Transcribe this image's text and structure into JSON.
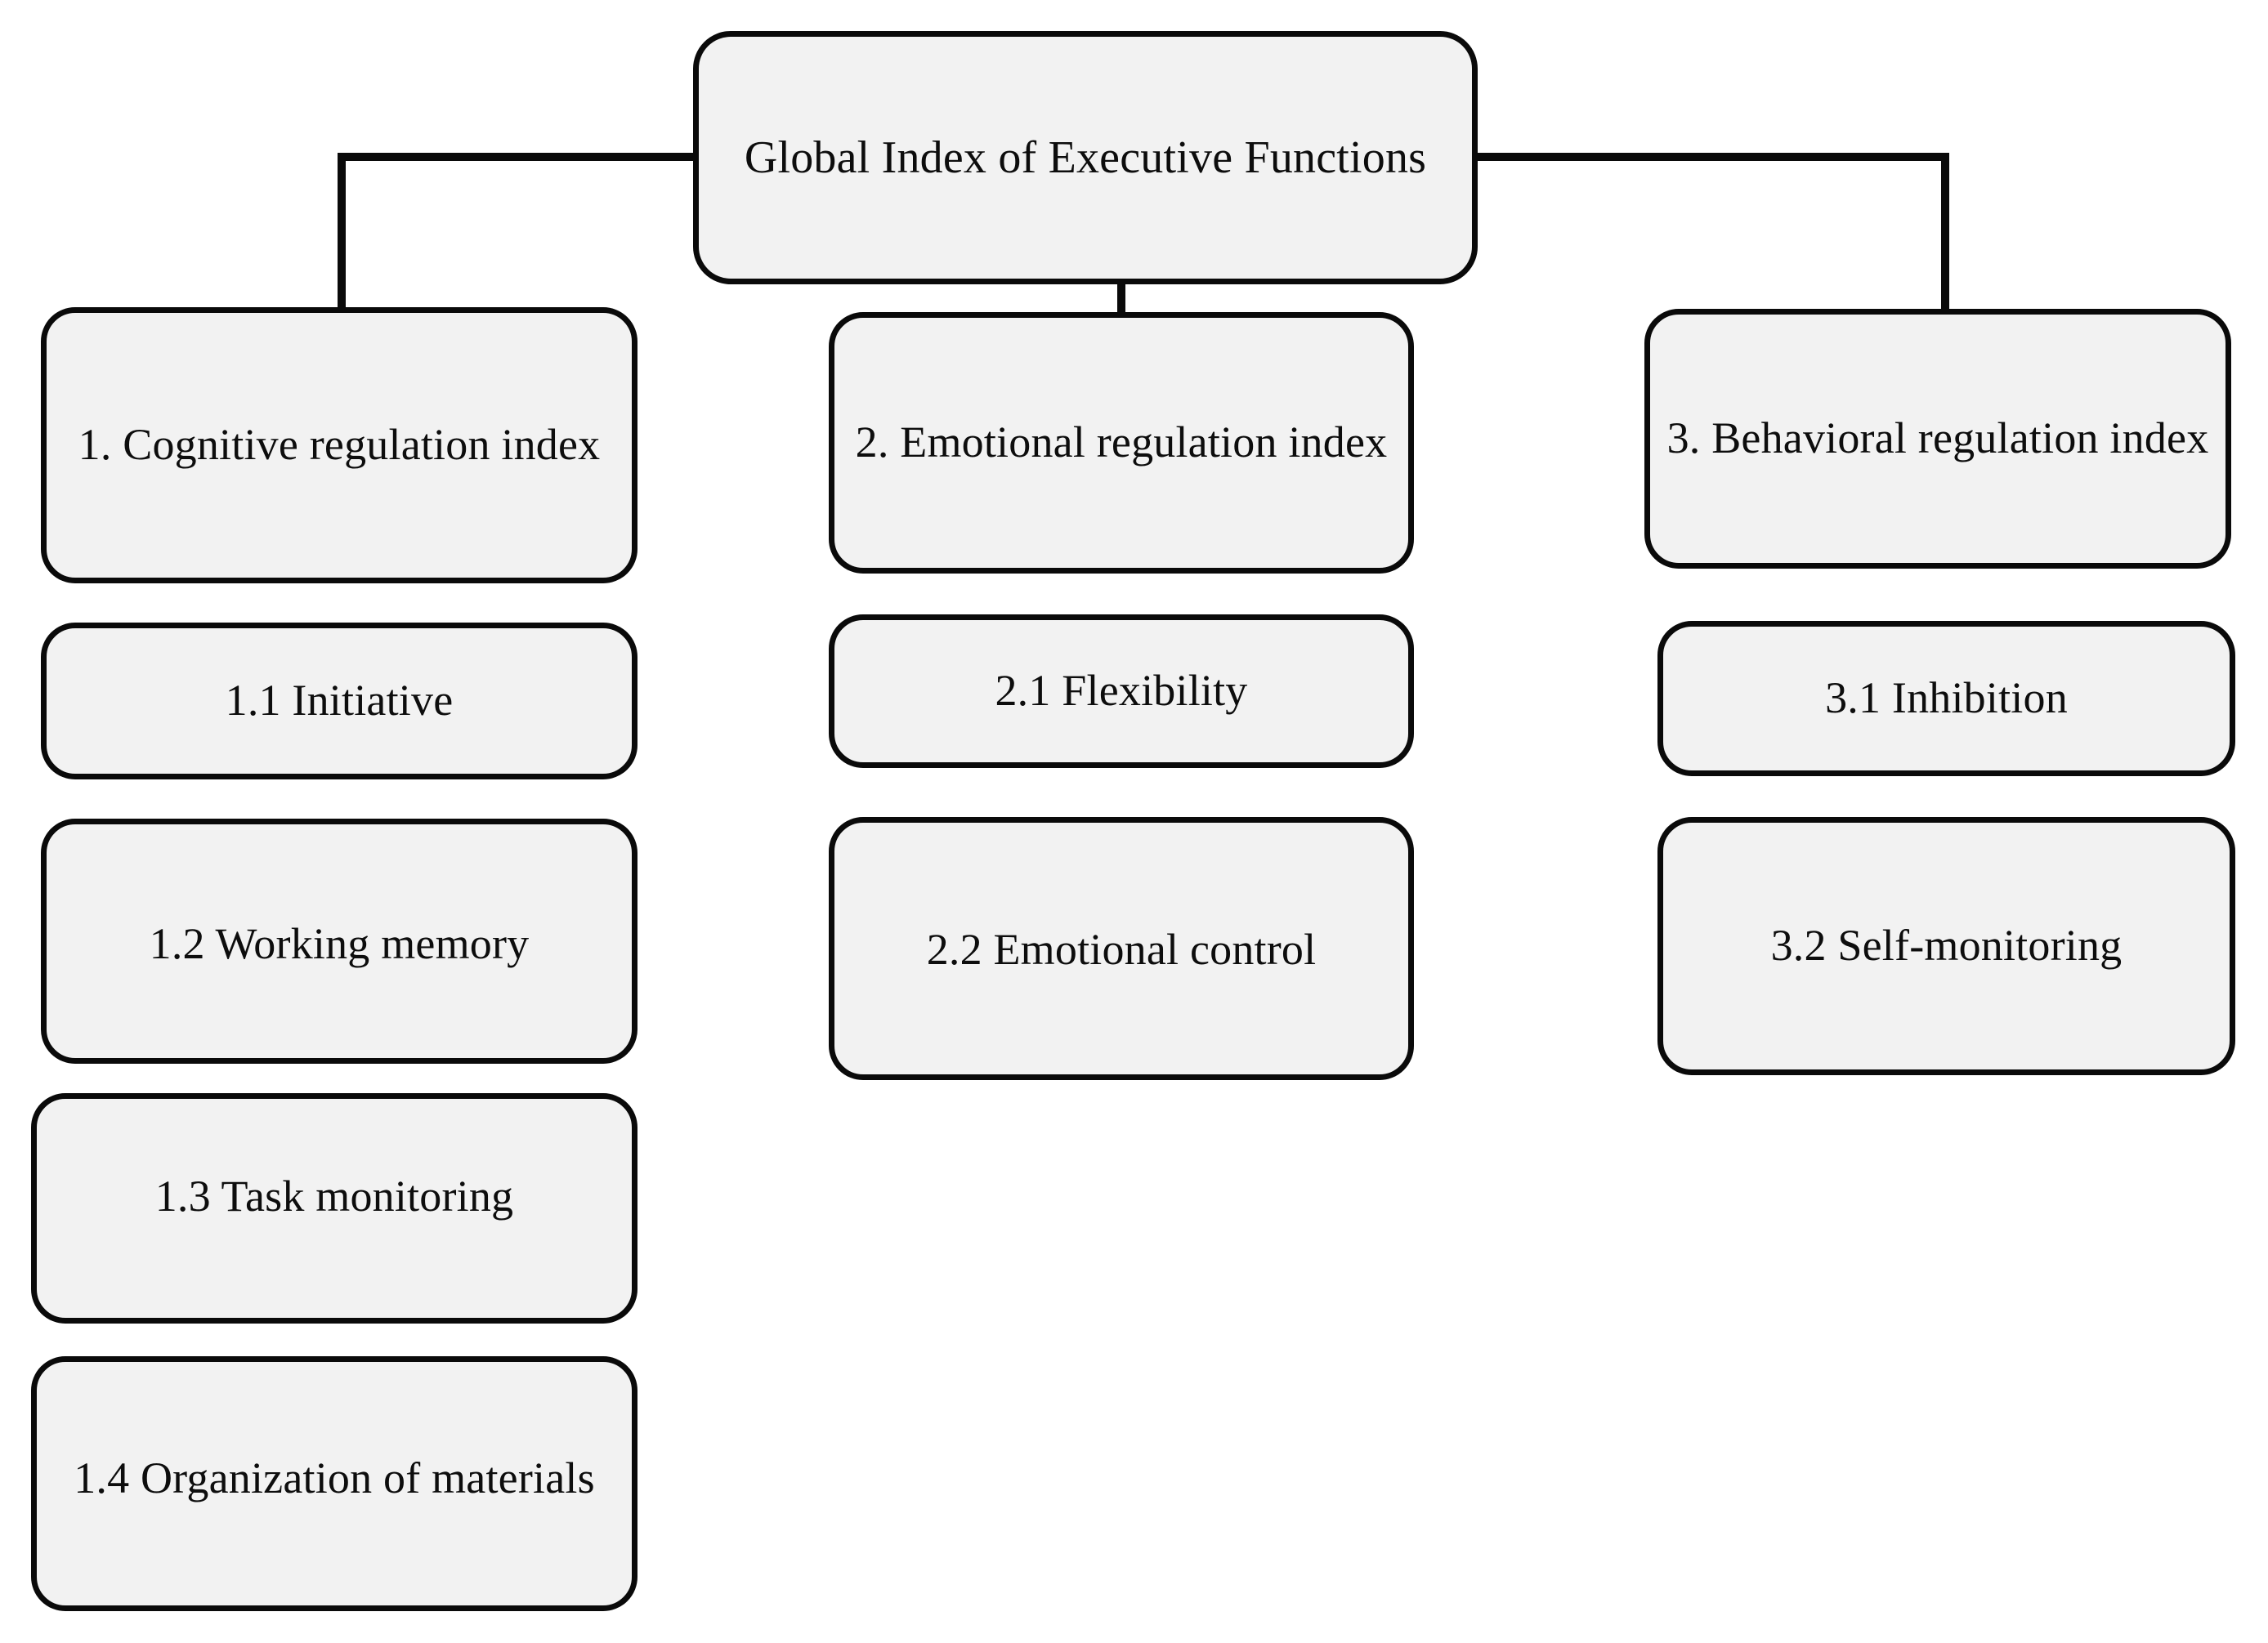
{
  "diagram": {
    "title": "Global Index of Executive Functions hierarchy",
    "style": {
      "box_fill": "#f2f2f2",
      "box_border": "#0a0a0a",
      "connector": "#0a0a0a",
      "background": "#ffffff",
      "text": "#0d0d0d"
    },
    "root": {
      "label": "Global Index of Executive Functions",
      "line1": "Global Index of Executive",
      "line2": "Functions"
    },
    "columns": [
      {
        "id": "cognitive",
        "head": {
          "label": "1. Cognitive regulation index",
          "line1": "1. Cognitive",
          "line2": "regulation index"
        },
        "children": [
          {
            "id": "1.1",
            "label": "1.1 Initiative"
          },
          {
            "id": "1.2",
            "label": "1.2 Working memory",
            "line1": "1.2 Working",
            "line2": "memory"
          },
          {
            "id": "1.3",
            "label": "1.3 Task monitoring"
          },
          {
            "id": "1.4",
            "label": "1.4 Organization of materials",
            "line1": "1.4 Organization of",
            "line2": "materials"
          }
        ]
      },
      {
        "id": "emotional",
        "head": {
          "label": "2. Emotional regulation index",
          "line1": "2. Emotional",
          "line2": "regulation index"
        },
        "children": [
          {
            "id": "2.1",
            "label": "2.1 Flexibility"
          },
          {
            "id": "2.2",
            "label": "2.2 Emotional control",
            "line1": "2.2 Emotional",
            "line2": "control"
          }
        ]
      },
      {
        "id": "behavioral",
        "head": {
          "label": "3. Behavioral regulation index",
          "line1": "3. Behavioral",
          "line2": "regulation index"
        },
        "children": [
          {
            "id": "3.1",
            "label": "3.1 Inhibition"
          },
          {
            "id": "3.2",
            "label": "3.2 Self-monitoring"
          }
        ]
      }
    ],
    "connectors": [
      {
        "id": "root-to-cognitive",
        "from": "root-left",
        "to": "1. Cognitive regulation index"
      },
      {
        "id": "root-to-emotional",
        "from": "root-bottom",
        "to": "2. Emotional regulation index"
      },
      {
        "id": "root-to-behavioral",
        "from": "root-right",
        "to": "3. Behavioral regulation index"
      }
    ]
  }
}
